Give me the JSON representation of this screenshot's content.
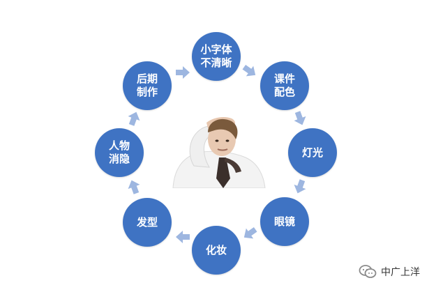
{
  "colors": {
    "node_fill": "#3F73C3",
    "arrow_fill": "#9DB6E0"
  },
  "nodes": [
    {
      "id": "small-font",
      "label": "小字体\n不清晰"
    },
    {
      "id": "courseware-color",
      "label": "课件\n配色"
    },
    {
      "id": "lighting",
      "label": "灯光"
    },
    {
      "id": "glasses",
      "label": "眼镜"
    },
    {
      "id": "makeup",
      "label": "化妆"
    },
    {
      "id": "hairstyle",
      "label": "发型"
    },
    {
      "id": "person-clean",
      "label": "人物\n消隐"
    },
    {
      "id": "post-production",
      "label": "后期\n制作"
    }
  ],
  "center_image": {
    "icon": "stressed-person-photo"
  },
  "watermark": {
    "icon": "wechat-logo-icon",
    "text": "中广上洋"
  }
}
